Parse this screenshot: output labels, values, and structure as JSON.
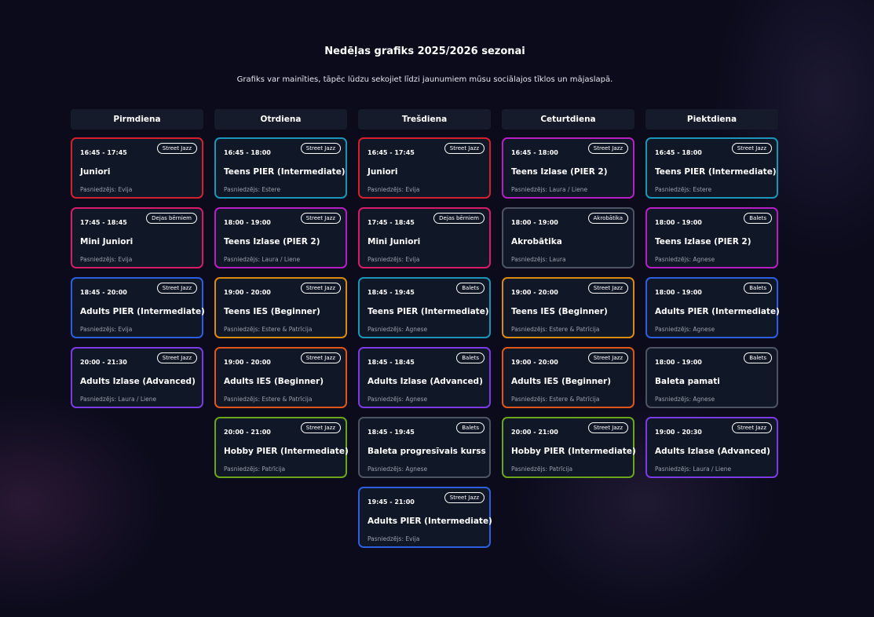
{
  "header": {
    "title": "Nedēļas grafiks 2025/2026 sezonai",
    "subtitle": "Grafiks var mainīties, tāpēc lūdzu sekojiet līdzi jaunumiem mūsu sociālajos tīklos un mājaslapā."
  },
  "days": [
    {
      "name": "Pirmdiena",
      "classes": [
        {
          "time": "16:45 - 17:45",
          "tag": "Street Jazz",
          "name": "Juniori",
          "teacher": "Pasniedzējs: Evija",
          "color": "#d4202e"
        },
        {
          "time": "17:45 - 18:45",
          "tag": "Dejas bērniem",
          "name": "Mini Juniori",
          "teacher": "Pasniedzējs: Evija",
          "color": "#d81a6a"
        },
        {
          "time": "18:45 - 20:00",
          "tag": "Street Jazz",
          "name": "Adults PIER (Intermediate)",
          "teacher": "Pasniedzējs: Evija",
          "color": "#2b5fe0"
        },
        {
          "time": "20:00 - 21:30",
          "tag": "Street Jazz",
          "name": "Adults Izlase (Advanced)",
          "teacher": "Pasniedzējs: Laura / Liene",
          "color": "#7b3ae6"
        }
      ]
    },
    {
      "name": "Otrdiena",
      "classes": [
        {
          "time": "16:45 - 18:00",
          "tag": "Street Jazz",
          "name": "Teens PIER (Intermediate)",
          "teacher": "Pasniedzējs: Estere",
          "color": "#1a95b8"
        },
        {
          "time": "18:00 - 19:00",
          "tag": "Street Jazz",
          "name": "Teens Izlase (PIER 2)",
          "teacher": "Pasniedzējs: Laura / Liene",
          "color": "#b61ec4"
        },
        {
          "time": "19:00 - 20:00",
          "tag": "Street Jazz",
          "name": "Teens IES (Beginner)",
          "teacher": "Pasniedzējs: Estere & Patrīcija",
          "color": "#d88a12"
        },
        {
          "time": "19:00 - 20:00",
          "tag": "Street Jazz",
          "name": "Adults IES (Beginner)",
          "teacher": "Pasniedzējs: Estere & Patrīcija",
          "color": "#e0561a"
        },
        {
          "time": "20:00 - 21:00",
          "tag": "Street Jazz",
          "name": "Hobby PIER (Intermediate)",
          "teacher": "Pasniedzējs: Patrīcija",
          "color": "#6aa51c"
        }
      ]
    },
    {
      "name": "Trešdiena",
      "classes": [
        {
          "time": "16:45 - 17:45",
          "tag": "Street Jazz",
          "name": "Juniori",
          "teacher": "Pasniedzējs: Evija",
          "color": "#d4202e"
        },
        {
          "time": "17:45 - 18:45",
          "tag": "Dejas bērniem",
          "name": "Mini Juniori",
          "teacher": "Pasniedzējs: Evija",
          "color": "#d81a6a"
        },
        {
          "time": "18:45 - 19:45",
          "tag": "Balets",
          "name": "Teens PIER (Intermediate)",
          "teacher": "Pasniedzējs: Agnese",
          "color": "#1a95b8"
        },
        {
          "time": "18:45 - 18:45",
          "tag": "Balets",
          "name": "Adults Izlase (Advanced)",
          "teacher": "Pasniedzējs: Agnese",
          "color": "#7b3ae6"
        },
        {
          "time": "18:45 - 19:45",
          "tag": "Balets",
          "name": "Baleta progresīvais kurss",
          "teacher": "Pasniedzējs: Agnese",
          "color": "#4c5364"
        },
        {
          "time": "19:45 - 21:00",
          "tag": "Street Jazz",
          "name": "Adults PIER (Intermediate)",
          "teacher": "Pasniedzējs: Evija",
          "color": "#2b5fe0"
        }
      ]
    },
    {
      "name": "Ceturtdiena",
      "classes": [
        {
          "time": "16:45 - 18:00",
          "tag": "Street Jazz",
          "name": "Teens Izlase (PIER 2)",
          "teacher": "Pasniedzējs: Laura / Liene",
          "color": "#b61ec4"
        },
        {
          "time": "18:00 - 19:00",
          "tag": "Akrobātika",
          "name": "Akrobātika",
          "teacher": "Pasniedzējs: Laura",
          "color": "#4c5364"
        },
        {
          "time": "19:00 - 20:00",
          "tag": "Street Jazz",
          "name": "Teens IES (Beginner)",
          "teacher": "Pasniedzējs: Estere & Patrīcija",
          "color": "#d88a12"
        },
        {
          "time": "19:00 - 20:00",
          "tag": "Street Jazz",
          "name": "Adults IES (Beginner)",
          "teacher": "Pasniedzējs: Estere & Patrīcija",
          "color": "#e0561a"
        },
        {
          "time": "20:00 - 21:00",
          "tag": "Street Jazz",
          "name": "Hobby PIER (Intermediate)",
          "teacher": "Pasniedzējs: Patrīcija",
          "color": "#6aa51c"
        }
      ]
    },
    {
      "name": "Piektdiena",
      "classes": [
        {
          "time": "16:45 - 18:00",
          "tag": "Street Jazz",
          "name": "Teens PIER (Intermediate)",
          "teacher": "Pasniedzējs: Estere",
          "color": "#1a95b8"
        },
        {
          "time": "18:00 - 19:00",
          "tag": "Balets",
          "name": "Teens Izlase (PIER 2)",
          "teacher": "Pasniedzējs: Agnese",
          "color": "#b61ec4"
        },
        {
          "time": "18:00 - 19:00",
          "tag": "Balets",
          "name": "Adults PIER (Intermediate)",
          "teacher": "Pasniedzējs: Agnese",
          "color": "#2b5fe0"
        },
        {
          "time": "18:00 - 19:00",
          "tag": "Balets",
          "name": "Baleta pamati",
          "teacher": "Pasniedzējs: Agnese",
          "color": "#4c5364"
        },
        {
          "time": "19:00 - 20:30",
          "tag": "Street Jazz",
          "name": "Adults Izlase (Advanced)",
          "teacher": "Pasniedzējs: Laura / Liene",
          "color": "#7b3ae6"
        }
      ]
    }
  ]
}
